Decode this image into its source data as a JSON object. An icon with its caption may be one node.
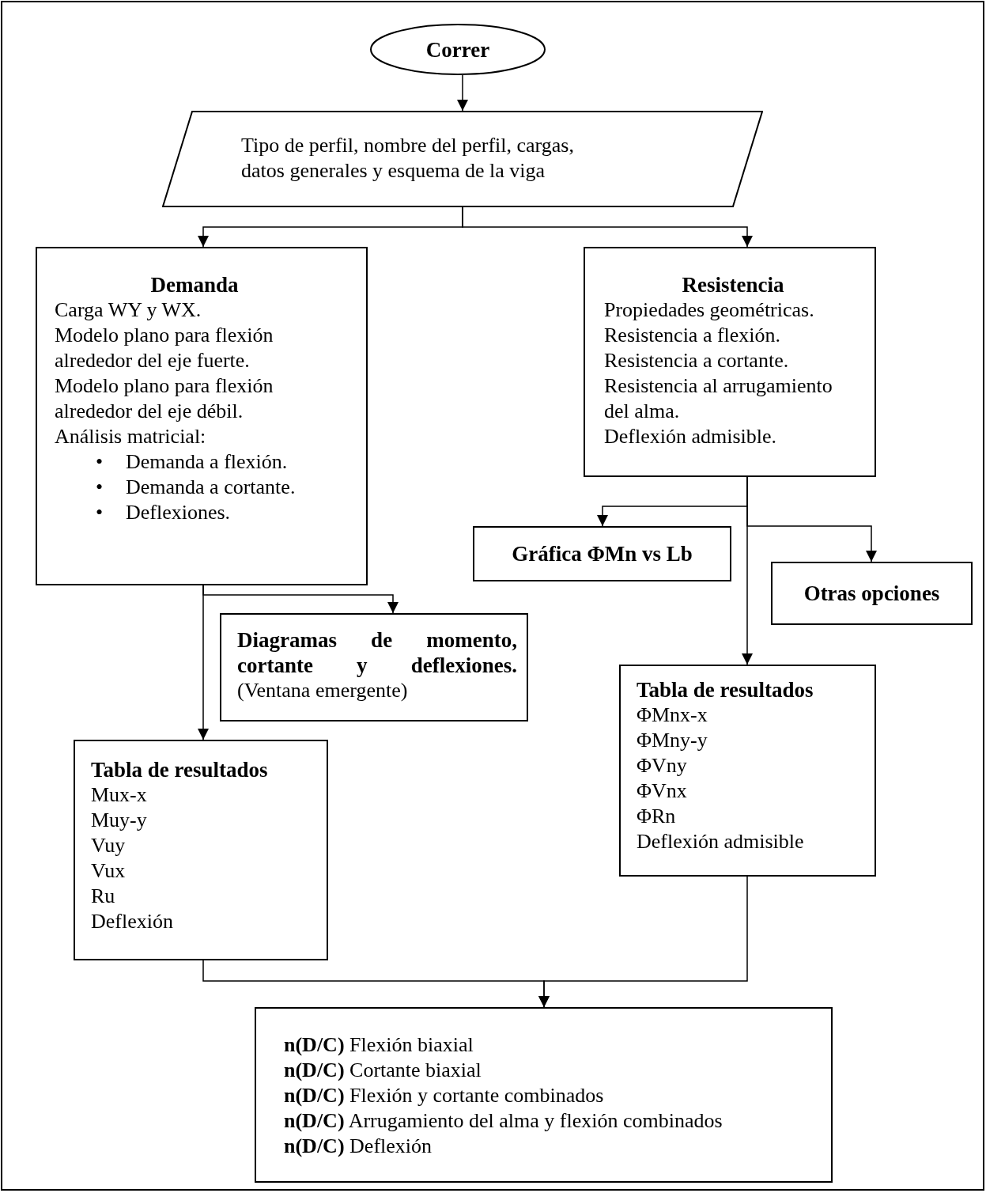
{
  "diagram": {
    "nodes": [
      {
        "text": [
          "Correr"
        ]
      },
      {
        "text": [
          "Tipo de perfil, nombre del perfil, cargas, datos generales y esquema de la viga"
        ]
      },
      {
        "text": [
          "Demanda",
          "Carga WY y WX.",
          "Modelo plano para flexión alrededor del eje fuerte.",
          "Modelo plano para flexión alrededor del eje débil.",
          "Análisis matricial:",
          "Demanda a flexión.",
          "Demanda a cortante.",
          "Deflexiones."
        ]
      },
      {
        "text": [
          "Resistencia",
          "Propiedades geométricas.",
          "Resistencia a flexión.",
          "Resistencia a cortante.",
          "Resistencia al arrugamiento del alma.",
          "Deflexión admisible."
        ]
      },
      {
        "text": [
          "Gráfica ΦMn vs Lb"
        ]
      },
      {
        "text": [
          "Otras opciones"
        ]
      },
      {
        "text": [
          "Diagramas de momento, cortante y deflexiones.",
          "(Ventana emergente)"
        ]
      },
      {
        "text": [
          "Tabla de resultados",
          "Mux-x",
          "Muy-y",
          "Vuy",
          "Vux",
          "Ru",
          "Deflexión"
        ]
      },
      {
        "text": [
          "Tabla de resultados",
          "ΦMnx-x",
          "ΦMny-y",
          "ΦVny",
          "ΦVnx",
          "ΦRn",
          "Deflexión admisible"
        ]
      },
      {
        "text": [
          "**n(D/C)** Flexión biaxial",
          "**n(D/C)** Cortante biaxial",
          "**n(D/C)** Flexión y cortante combinados",
          "**n(D/C)** Arrugamiento del alma y flexión combinados",
          "**n(D/C)** Deflexión"
        ]
      }
    ],
    "edges": [
      {
        "from": 0,
        "to": 1,
        "arrow": "to"
      },
      {
        "from": 1,
        "to": 2,
        "arrow": "to"
      },
      {
        "from": 1,
        "to": 3,
        "arrow": "to"
      },
      {
        "from": 3,
        "to": 4,
        "arrow": "to"
      },
      {
        "from": 3,
        "to": 5,
        "arrow": "to"
      },
      {
        "from": 3,
        "to": 8,
        "arrow": "to"
      },
      {
        "from": 2,
        "to": 6,
        "arrow": "to"
      },
      {
        "from": 2,
        "to": 7,
        "arrow": "to"
      },
      {
        "from": 7,
        "to": 9,
        "arrow": "to"
      },
      {
        "from": 8,
        "to": 9,
        "arrow": "to"
      }
    ],
    "labels": [
      "•",
      "•",
      "•"
    ]
  }
}
